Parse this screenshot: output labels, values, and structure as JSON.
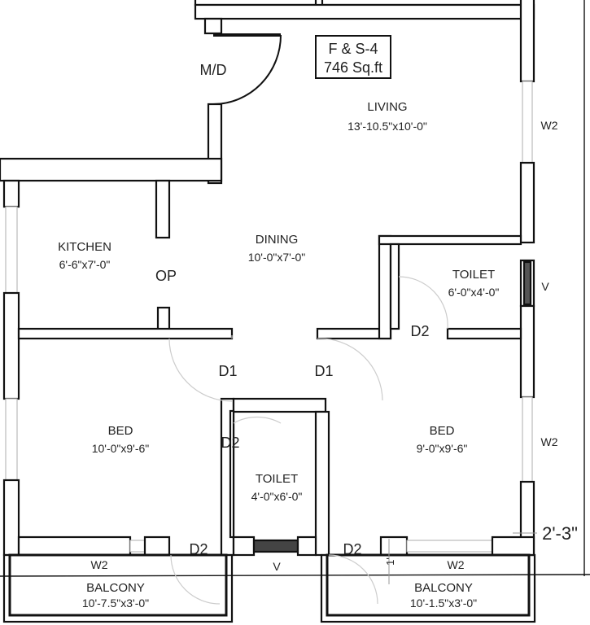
{
  "title_box": {
    "line1": "F & S-4",
    "line2": "746 Sq.ft"
  },
  "rooms": {
    "living": {
      "name": "LIVING",
      "size": "13'-10.5\"x10'-0\""
    },
    "kitchen": {
      "name": "KITCHEN",
      "size": "6'-6\"x7'-0\""
    },
    "dining": {
      "name": "DINING",
      "size": "10'-0\"x7'-0\""
    },
    "toilet_right": {
      "name": "TOILET",
      "size": "6'-0\"x4'-0\""
    },
    "bed_left": {
      "name": "BED",
      "size": "10'-0\"x9'-6\""
    },
    "bed_right": {
      "name": "BED",
      "size": "9'-0\"x9'-6\""
    },
    "toilet_center": {
      "name": "TOILET",
      "size": "4'-0\"x6'-0\""
    },
    "balcony_left": {
      "name": "BALCONY",
      "size": "10'-7.5\"x3'-0\""
    },
    "balcony_right": {
      "name": "BALCONY",
      "size": "10'-1.5\"x3'-0\""
    }
  },
  "tags": {
    "main_door": "M/D",
    "opening": "OP",
    "d1_left": "D1",
    "d1_right": "D1",
    "d2_toilet_right": "D2",
    "d2_toilet_center": "D2",
    "d2_balcony_left": "D2",
    "d2_balcony_right": "D2",
    "w2_living": "W2",
    "w2_bed_right": "W2",
    "w2_balcony_left": "W2",
    "w2_balcony_right": "W2",
    "v_toilet_right": "V",
    "v_toilet_center": "V"
  },
  "dimensions": {
    "right_offset": "2'-3\"",
    "small": "1'"
  }
}
